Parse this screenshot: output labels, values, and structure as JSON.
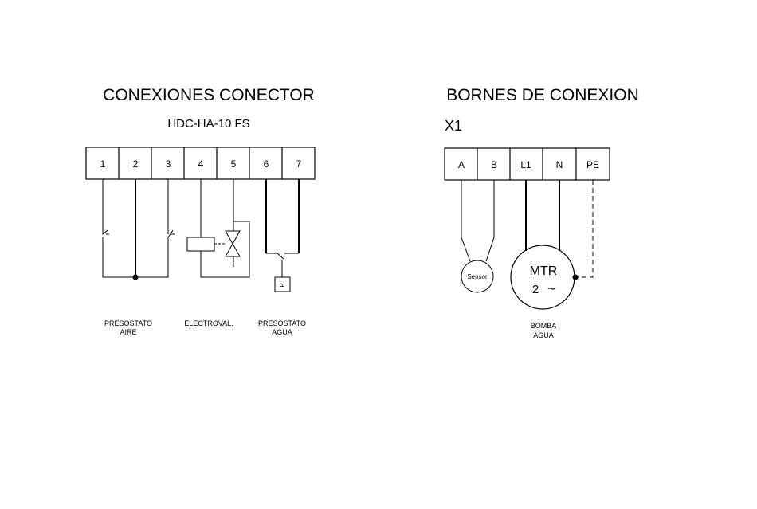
{
  "left": {
    "title": "CONEXIONES CONECTOR",
    "subtitle": "HDC-HA-10 FS",
    "terminals": [
      "1",
      "2",
      "3",
      "4",
      "5",
      "6",
      "7"
    ],
    "captions": {
      "air_pressostat": [
        "PRESOSTATO",
        "AIRE"
      ],
      "valve": [
        "ELECTROVAL."
      ],
      "water_pressostat": [
        "PRESOSTATO",
        "AGUA"
      ]
    },
    "pressure_symbol": "P"
  },
  "right": {
    "title": "BORNES DE CONEXION",
    "block_label": "X1",
    "terminals": [
      "A",
      "B",
      "L1",
      "N",
      "PE"
    ],
    "sensor_label": "Sensor",
    "motor": {
      "label": "MTR",
      "phase": "2",
      "ac_symbol": "~"
    },
    "pump_caption": [
      "BOMBA",
      "AGUA"
    ]
  }
}
